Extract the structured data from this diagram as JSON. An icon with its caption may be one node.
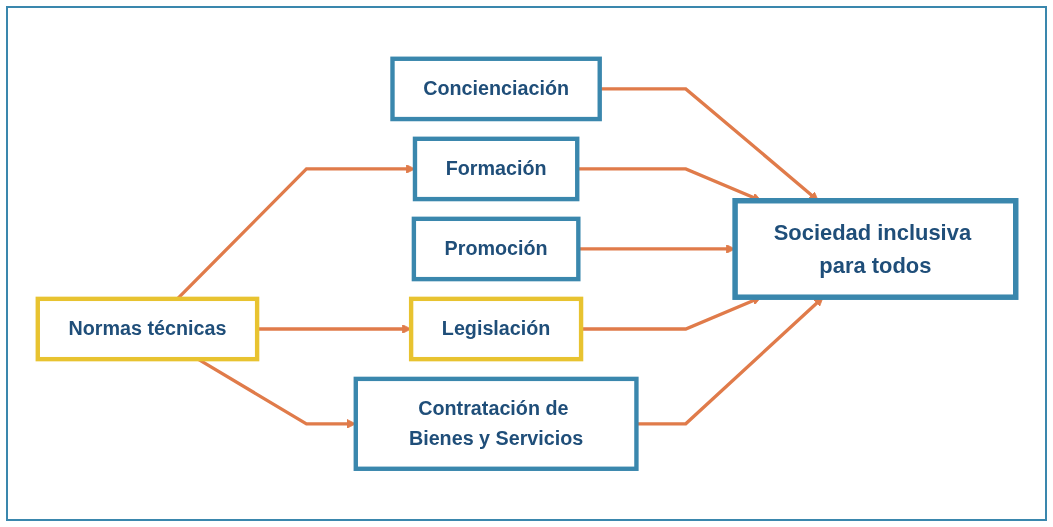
{
  "diagram": {
    "nodes": [
      {
        "text": [
          "Normas técnicas"
        ]
      },
      {
        "text": [
          "Concienciación"
        ]
      },
      {
        "text": [
          "Formación"
        ]
      },
      {
        "text": [
          "Promoción"
        ]
      },
      {
        "text": [
          "Legislación"
        ]
      },
      {
        "text": [
          "Contratación de Bienes y Servicios"
        ]
      },
      {
        "text": [
          "Sociedad inclusiva para todos"
        ]
      }
    ],
    "edges": [
      {
        "from": 0,
        "to": 2,
        "arrow": "to"
      },
      {
        "from": 0,
        "to": 4,
        "arrow": "to"
      },
      {
        "from": 0,
        "to": 5,
        "arrow": "to"
      },
      {
        "from": 1,
        "to": 6,
        "arrow": "to"
      },
      {
        "from": 2,
        "to": 6,
        "arrow": "to"
      },
      {
        "from": 3,
        "to": 6,
        "arrow": "to"
      },
      {
        "from": 4,
        "to": 6,
        "arrow": "to"
      },
      {
        "from": 5,
        "to": 6,
        "arrow": "to"
      }
    ]
  }
}
